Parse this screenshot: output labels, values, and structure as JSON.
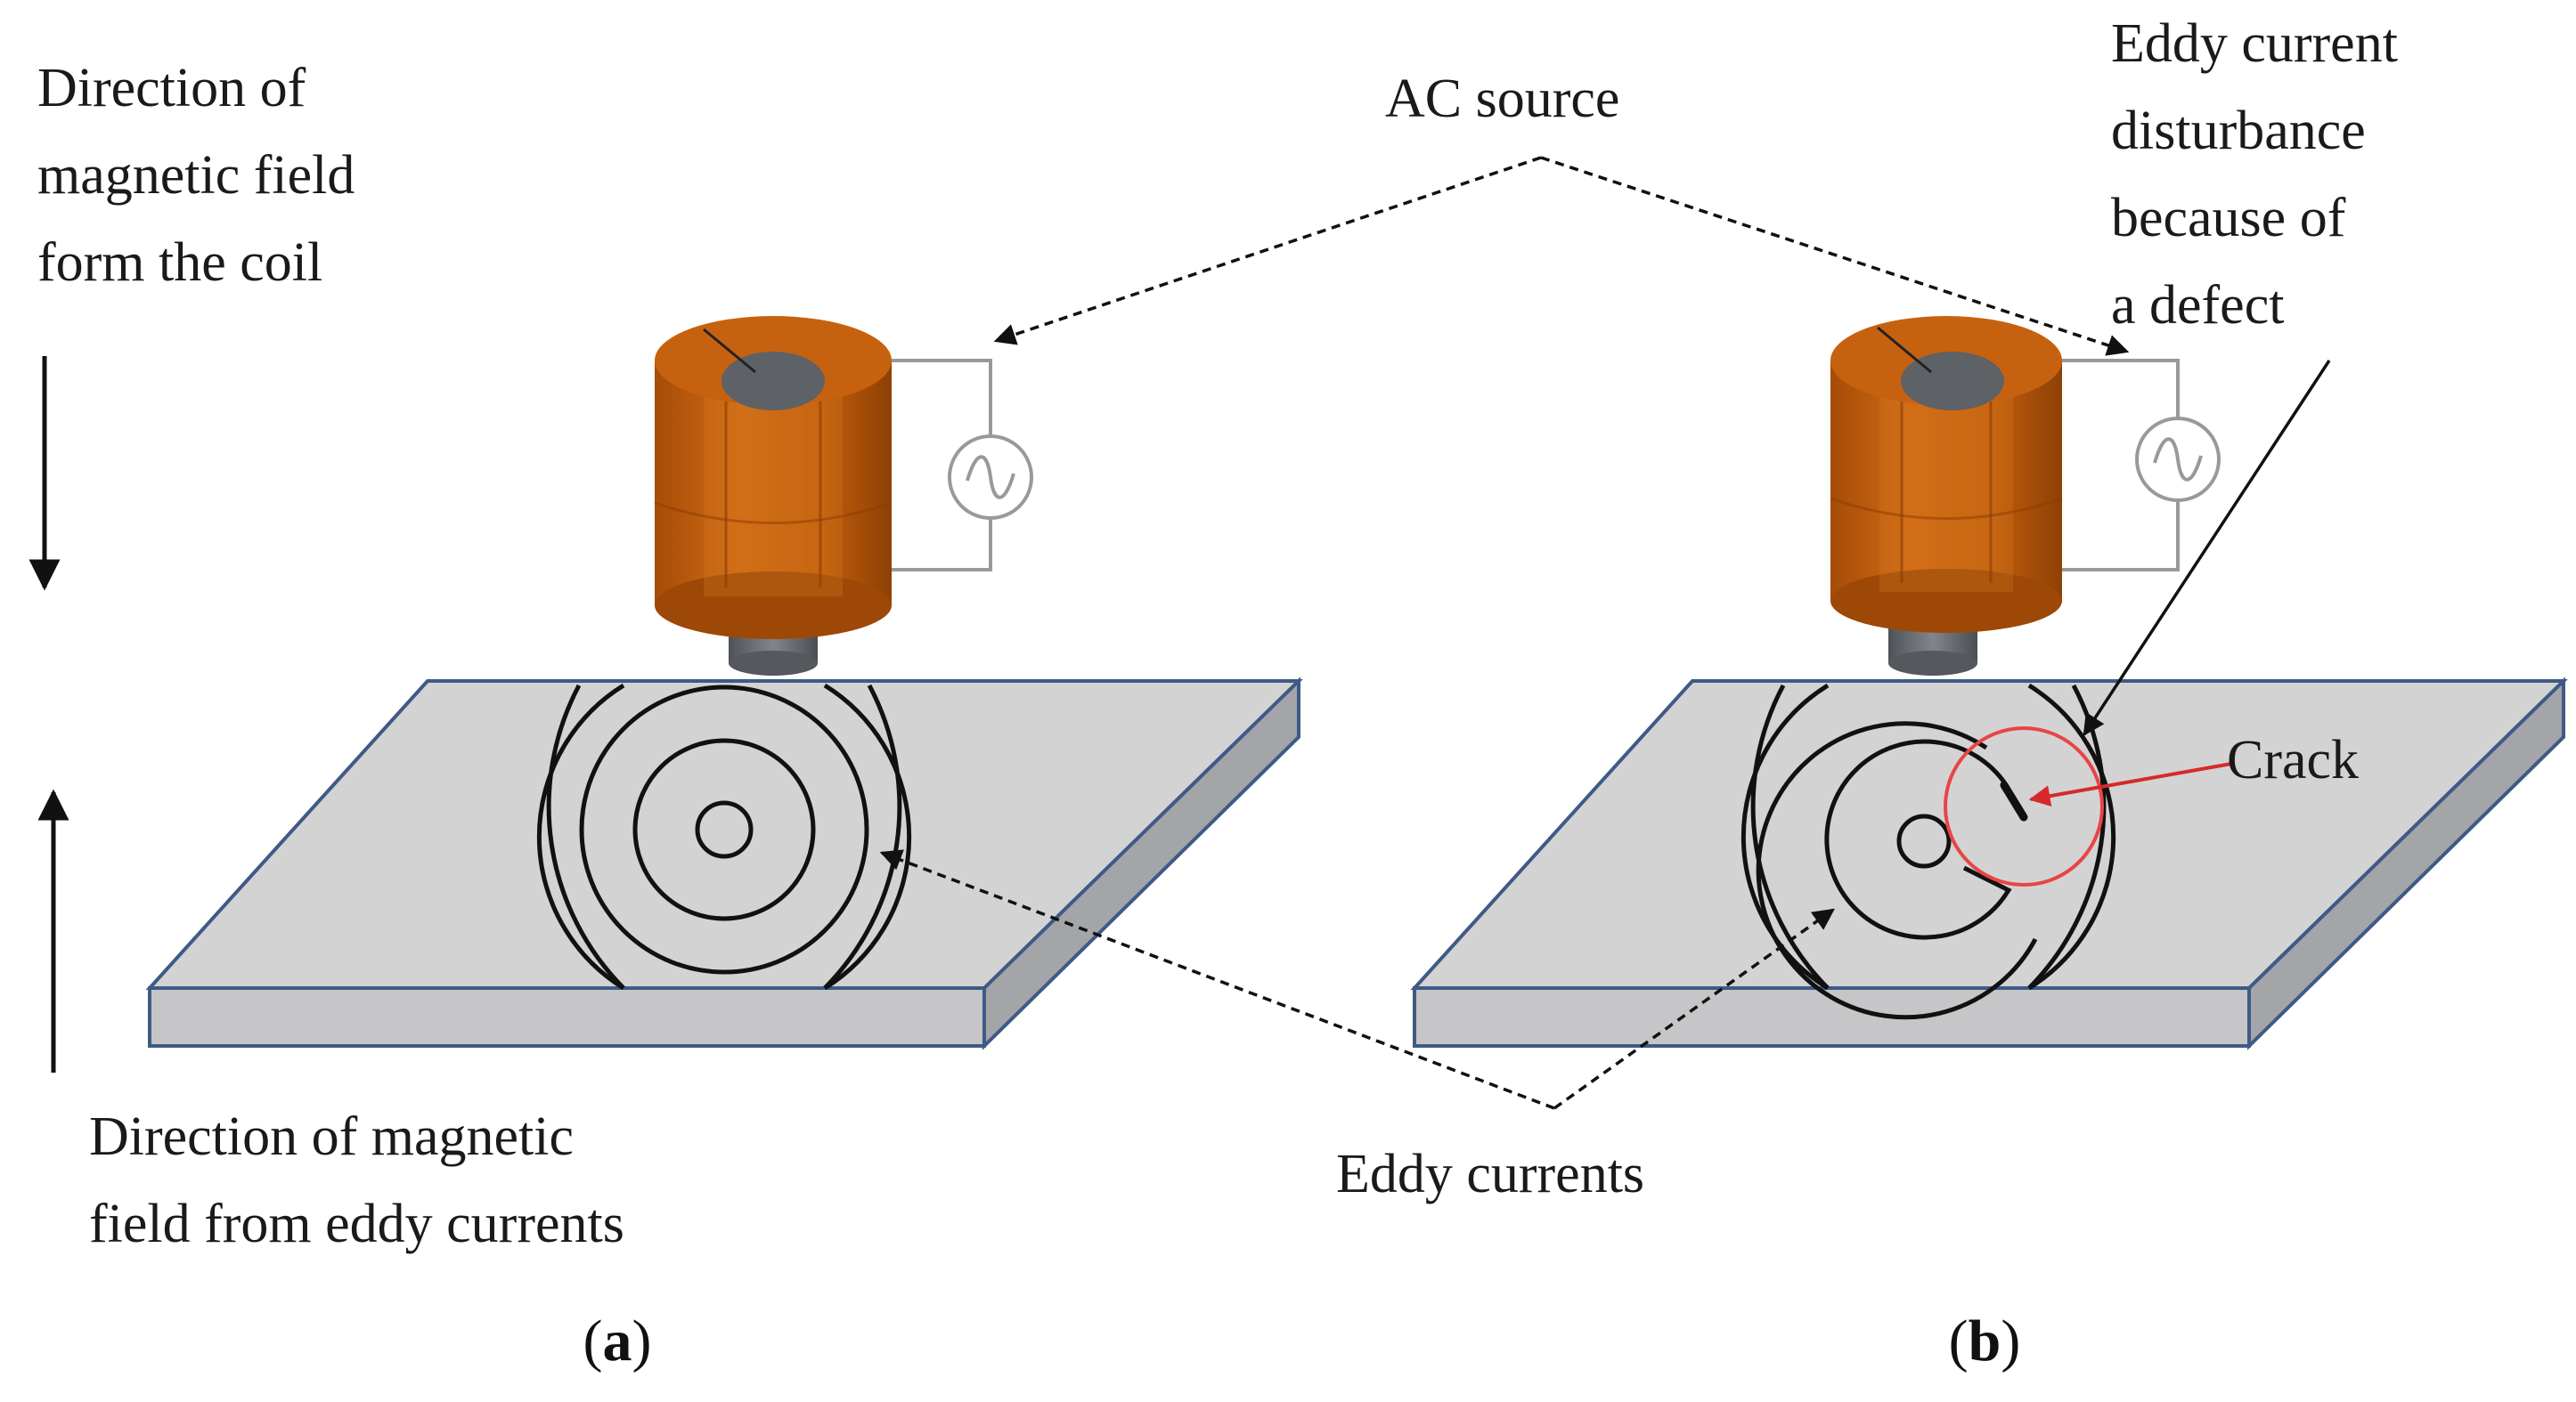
{
  "labels": {
    "coil_field_direction": [
      "Direction of",
      "magnetic field",
      "form the coil"
    ],
    "eddy_field_direction": [
      "Direction of magnetic",
      "field from eddy currents"
    ],
    "ac_source": "AC source",
    "eddy_disturbance": [
      "Eddy current",
      "disturbance",
      "because of",
      "a defect"
    ],
    "crack": "Crack",
    "eddy_currents": "Eddy currents"
  },
  "captions": {
    "a": "a",
    "b": "b",
    "open_paren": "(",
    "close_paren": ")"
  },
  "colors": {
    "coil_copper": "#c8620e",
    "coil_dark": "#9a4606",
    "ferrite_core": "#6a6d72",
    "plate_top": "#d3d3d3",
    "plate_side": "#a3a5a9",
    "plate_edge": "#3f5a86",
    "defect_circle": "#e84545",
    "crack_arrow": "#d62a2a",
    "eddy_lines": "#111111"
  },
  "icons": [
    "ac-source-icon",
    "coil-icon",
    "crack-icon"
  ]
}
